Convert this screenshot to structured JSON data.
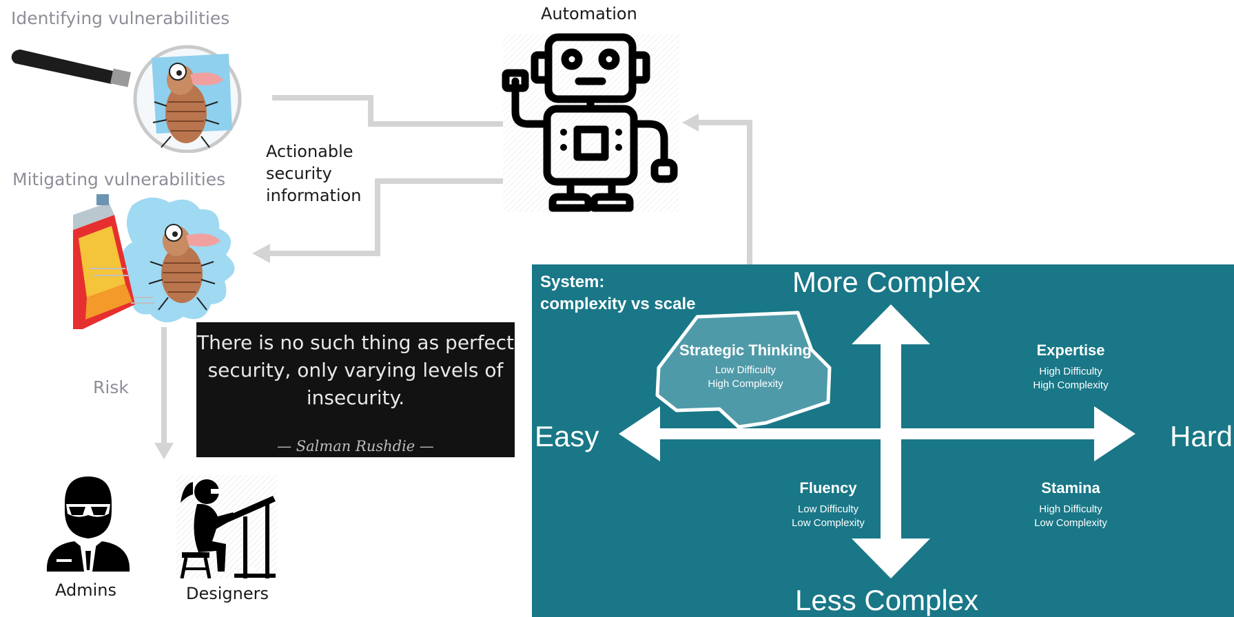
{
  "left_panel": {
    "identifying_title": "Identifying vulnerabilities",
    "mitigating_title": "Mitigating vulnerabilities",
    "actionable_line1": "Actionable",
    "actionable_line2": "security",
    "actionable_line3": "information",
    "risk_label": "Risk",
    "admins_label": "Admins",
    "designers_label": "Designers"
  },
  "automation": {
    "title": "Automation"
  },
  "quote": {
    "text": "There is no such thing as perfect security, only varying levels of insecurity.",
    "author": "— Salman Rushdie —"
  },
  "quadrant": {
    "title_line1": "System:",
    "title_line2": "complexity vs scale",
    "top_axis": "More Complex",
    "bottom_axis": "Less Complex",
    "left_axis": "Easy",
    "right_axis": "Hard",
    "cells": {
      "strategic": {
        "title": "Strategic Thinking",
        "line1": "Low Difficulty",
        "line2": "High Complexity"
      },
      "expertise": {
        "title": "Expertise",
        "line1": "High Difficulty",
        "line2": "High Complexity"
      },
      "fluency": {
        "title": "Fluency",
        "line1": "Low Difficulty",
        "line2": "Low Complexity"
      },
      "stamina": {
        "title": "Stamina",
        "line1": "High Difficulty",
        "line2": "Low Complexity"
      }
    },
    "colors": {
      "background": "#197787",
      "highlight": "#4f9aa8",
      "arrows": "#ffffff"
    }
  },
  "connector_color": "#d4d4d4",
  "icons": {
    "magnifier": "magnifying-glass-bug-icon",
    "spray": "bug-spray-icon",
    "robot": "robot-icon",
    "admin": "admin-person-icon",
    "designer": "designer-person-icon"
  }
}
